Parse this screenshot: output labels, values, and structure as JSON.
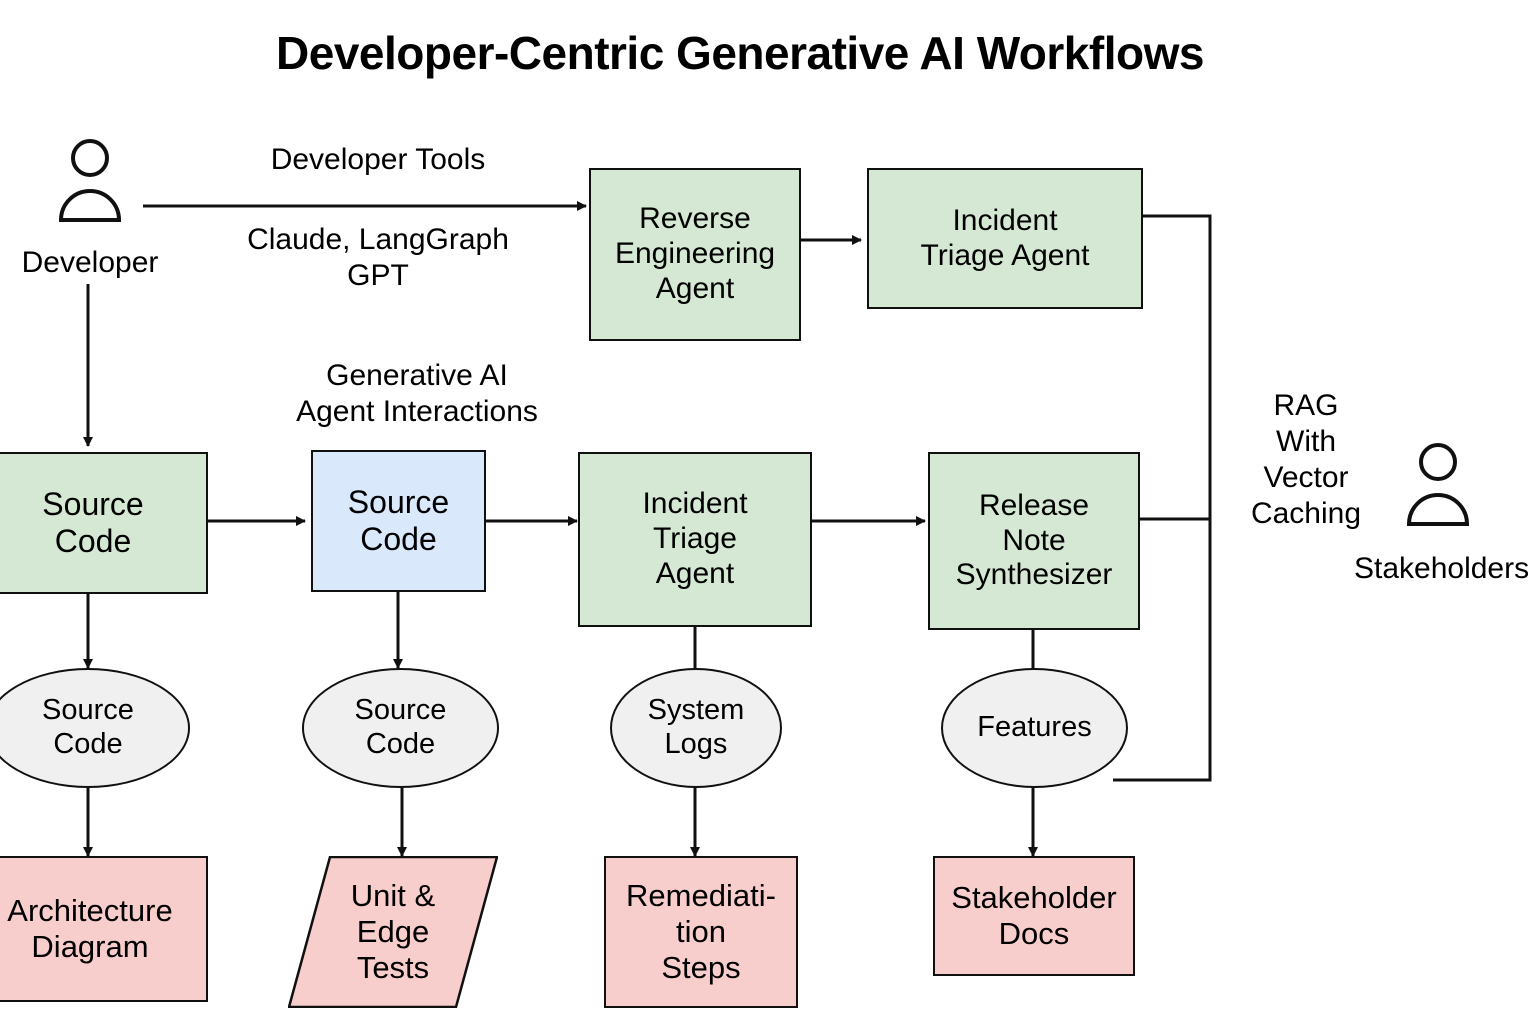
{
  "title": "Developer-Centric Generative AI Workflows",
  "actors": [
    {
      "name": "Developer"
    },
    {
      "name": "Stakeholders"
    }
  ],
  "edge_labels": {
    "developer_tools": "Developer Tools",
    "models": "Claude, LangGraph\nGPT",
    "genai_interactions": "Generative AI\nAgent Interactions",
    "rag": "RAG\nWith\nVector\nCaching"
  },
  "nodes": {
    "reverse_engineering_agent": "Reverse\nEngineering\nAgent",
    "incident_triage_agent_top": "Incident\nTriage Agent",
    "source_code_green": "Source\nCode",
    "source_code_blue": "Source\nCode",
    "incident_triage_agent_mid": "Incident\nTriage\nAgent",
    "release_note_synthesizer": "Release\nNote\nSynthesizer",
    "source_code_ellipse_1": "Source\nCode",
    "source_code_ellipse_2": "Source\nCode",
    "system_logs": "System\nLogs",
    "features": "Features",
    "architecture_diagram": "Architecture\nDiagram",
    "unit_edge_tests": "Unit &\nEdge\nTests",
    "remediation_steps": "Remediati-\ntion\nSteps",
    "stakeholder_docs": "Stakeholder\nDocs"
  },
  "colors": {
    "agent_green": "#d5e8d4",
    "artifact_blue": "#dae8fc",
    "output_red": "#f8cecc",
    "datastore_grey": "#f0f0f0",
    "stroke": "#101010",
    "background": "#ffffff"
  }
}
